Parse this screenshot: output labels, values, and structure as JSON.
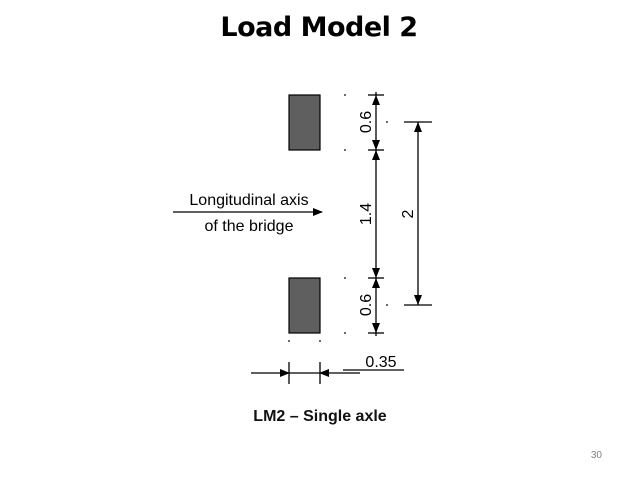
{
  "slide": {
    "title": "Load Model 2",
    "page_number": "30"
  },
  "diagram": {
    "axis_label_line1": "Longitudinal axis",
    "axis_label_line2": "of the bridge",
    "dim_top": "0.6",
    "dim_middle": "1.4",
    "dim_bottom": "0.6",
    "dim_total": "2",
    "dim_width": "0.35",
    "caption": "LM2 – Single axle",
    "colors": {
      "wheel_fill": "#5f5f5f",
      "line": "#000000"
    }
  }
}
